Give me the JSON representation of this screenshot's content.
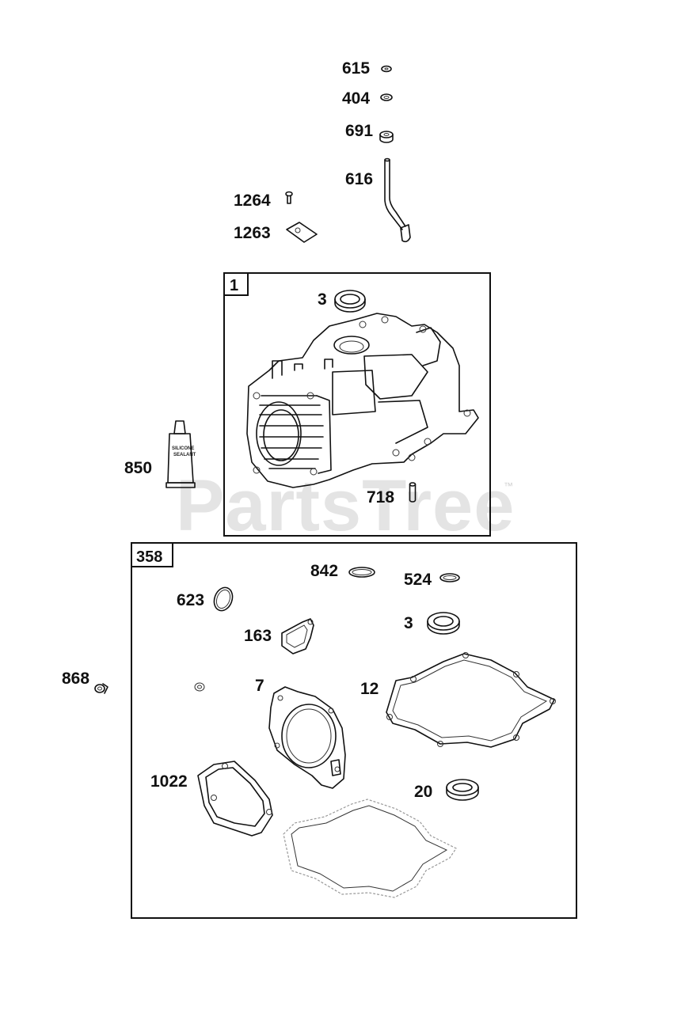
{
  "watermark": {
    "text": "PartsTree",
    "trademark": "™"
  },
  "boxes": [
    {
      "id": "box-1",
      "label": "1"
    },
    {
      "id": "box-358",
      "label": "358"
    }
  ],
  "callouts": [
    {
      "key": "615",
      "part": "washer"
    },
    {
      "key": "404",
      "part": "seal-ring"
    },
    {
      "key": "691",
      "part": "grommet"
    },
    {
      "key": "616",
      "part": "dipstick-tube"
    },
    {
      "key": "1264",
      "part": "screw"
    },
    {
      "key": "1263",
      "part": "bracket"
    },
    {
      "key": "3",
      "part": "oil-seal",
      "group": "1"
    },
    {
      "key": "850",
      "part": "sealant-tube"
    },
    {
      "key": "718",
      "part": "dowel-pin"
    },
    {
      "key": "842",
      "part": "o-ring"
    },
    {
      "key": "524",
      "part": "o-ring"
    },
    {
      "key": "623",
      "part": "gasket-ring"
    },
    {
      "key": "163",
      "part": "gasket"
    },
    {
      "key": "3",
      "part": "oil-seal",
      "group": "358"
    },
    {
      "key": "868",
      "part": "fitting"
    },
    {
      "key": "7",
      "part": "cylinder-head-gasket"
    },
    {
      "key": "12",
      "part": "crankcase-gasket"
    },
    {
      "key": "1022",
      "part": "valve-cover-gasket"
    },
    {
      "key": "20",
      "part": "oil-seal"
    }
  ],
  "sealant_text": [
    "SILICONE",
    "SEALANT"
  ]
}
